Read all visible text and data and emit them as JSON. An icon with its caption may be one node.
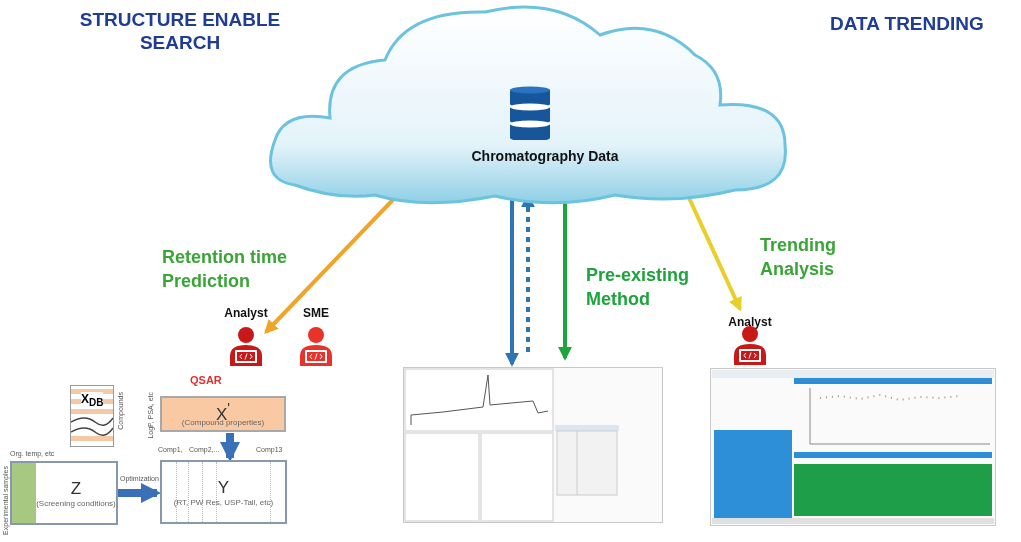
{
  "diagram": {
    "nodes": [
      {
        "text": [
          "Chromatography Data"
        ]
      },
      {
        "text": [
          "Analyst"
        ]
      },
      {
        "text": [
          "SME"
        ]
      },
      {
        "text": [
          "Analyst"
        ]
      },
      {
        "text": [
          "X$_{DB}$"
        ],
        "beside": [
          "Compounds"
        ]
      },
      {
        "text": [
          "QSAR",
          "X$^{'}$",
          "(Compound properties)"
        ],
        "beside": [
          "LogP, PSA, etc"
        ]
      },
      {
        "text": [
          "Z",
          "(Screening conditions)"
        ],
        "beside": [
          "Org. temp, etc",
          "Experimental samples"
        ]
      },
      {
        "text": [
          "Y",
          "(RT, PW Res, USP-Tail, etc)"
        ],
        "beside": [
          "Comp1,",
          "Comp2,...",
          "Comp13"
        ]
      },
      {
        "text": [],
        "shape": "picture"
      },
      {
        "text": [],
        "shape": "picture"
      }
    ],
    "edges": [
      {
        "from": 0,
        "to": 1,
        "arrow": "to",
        "label": "Retention time Prediction",
        "color": "#f0a428"
      },
      {
        "from": 0,
        "to": 8,
        "arrow": "to",
        "color": "#2e75b6"
      },
      {
        "from": 8,
        "to": 0,
        "arrow": "to",
        "style": "dashed",
        "color": "#2e75b6"
      },
      {
        "from": 0,
        "to": 8,
        "arrow": "to",
        "label": "Pre-existing Method",
        "color": "#1fa33c"
      },
      {
        "from": 0,
        "to": 3,
        "arrow": "to",
        "label": "Trending Analysis",
        "color": "#e8cf2a"
      },
      {
        "from": 6,
        "to": 7,
        "arrow": "to",
        "label": "Optimization",
        "style": "thick",
        "color": "#3a70b8"
      },
      {
        "from": 5,
        "to": 7,
        "arrow": "to",
        "style": "thick",
        "color": "#3a70b8"
      }
    ],
    "labels": [
      "STRUCTURE ENABLE SEARCH",
      "DATA TRENDING"
    ]
  }
}
